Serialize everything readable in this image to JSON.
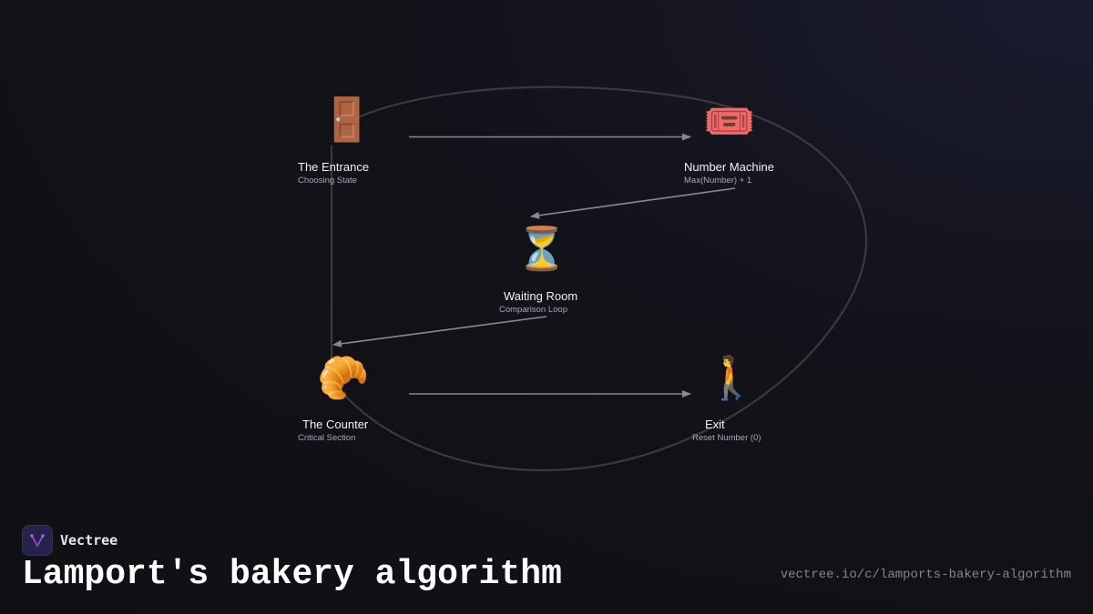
{
  "nodes": [
    {
      "id": "entrance",
      "icon": "door-icon",
      "emoji": "🚪",
      "label": "The Entrance",
      "sub": "Choosing State"
    },
    {
      "id": "machine",
      "icon": "ticket-icon",
      "emoji": "🎟️",
      "label": "Number Machine",
      "sub": "Max(Number) + 1"
    },
    {
      "id": "waiting",
      "icon": "hourglass-icon",
      "emoji": "⏳",
      "label": "Waiting Room",
      "sub": "Comparison Loop"
    },
    {
      "id": "counter",
      "icon": "croissant-icon",
      "emoji": "🥐",
      "label": "The Counter",
      "sub": "Critical Section"
    },
    {
      "id": "exit",
      "icon": "walking-person-icon",
      "emoji": "🚶",
      "label": "Exit",
      "sub": "Reset Number (0)"
    }
  ],
  "edges": [
    {
      "from": "entrance",
      "to": "machine"
    },
    {
      "from": "machine",
      "to": "waiting"
    },
    {
      "from": "waiting",
      "to": "counter"
    },
    {
      "from": "counter",
      "to": "exit"
    },
    {
      "from": "exit",
      "to": "entrance",
      "style": "loop"
    }
  ],
  "colors": {
    "edge": "#8a8a8e",
    "loop": "#3a3a3e",
    "accent": "#a341d6"
  },
  "brand": {
    "name": "Vectree"
  },
  "title": "Lamport's bakery algorithm",
  "url": "vectree.io/c/lamports-bakery-algorithm"
}
